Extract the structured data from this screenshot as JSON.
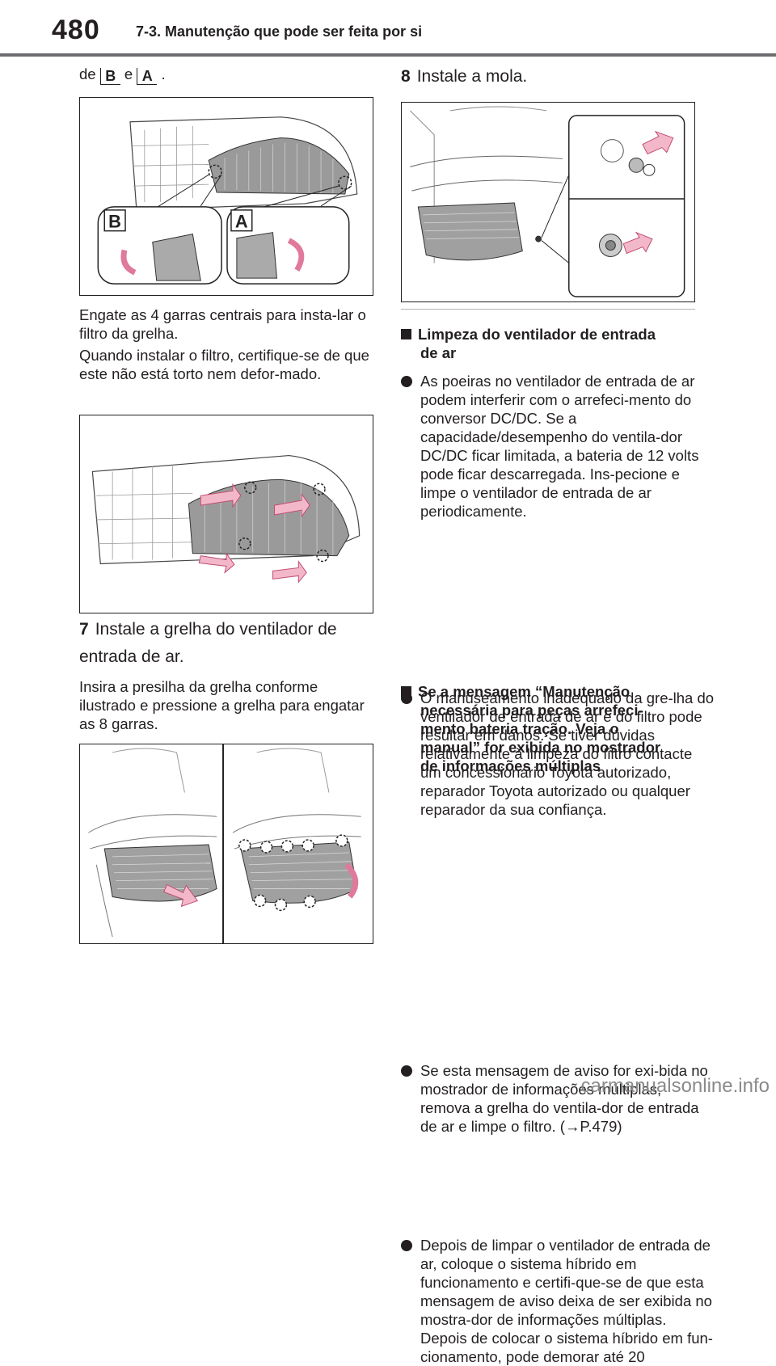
{
  "header": {
    "page_number": "480",
    "section_title": "7-3. Manutenção que pode ser feita por si"
  },
  "left": {
    "intro_prefix": "de",
    "intro_key_b": "B",
    "intro_and": "e",
    "intro_key_a": "A",
    "intro_suffix": ".",
    "figure1": {
      "label_b": "B",
      "label_a": "A"
    },
    "para1": "Engate as 4 garras centrais para insta-lar o filtro da grelha.",
    "para2": "Quando instalar o filtro, certifique-se de que este não está torto nem defor-mado.",
    "step7": {
      "num": "7",
      "title": "Instale a grelha do ventilador de entrada de ar."
    },
    "para3": "Insira a presilha da grelha conforme ilustrado e pressione a grelha para engatar as 8 garras."
  },
  "right": {
    "step8": {
      "num": "8",
      "title": "Instale a mola."
    },
    "heading1": {
      "line1": "Limpeza do ventilador de entrada",
      "line2": "de ar"
    },
    "bullet1": "As poeiras no ventilador de entrada de ar podem interferir com o arrefeci-mento do conversor DC/DC. Se a capacidade/desempenho do ventila-dor DC/DC ficar limitada, a bateria de 12 volts pode ficar descarregada. Ins-pecione e limpe o ventilador de entrada de ar periodicamente.",
    "bullet2": "O manuseamento inadequado da gre-lha do ventilador de entrada de ar e do filtro pode resultar em danos. Se tiver dúvidas relativamente à limpeza do filtro contacte um concessionário Toyota autorizado, reparador Toyota autorizado ou qualquer reparador da sua confiança.",
    "heading2": {
      "line1": "Se a mensagem “Manutenção",
      "line2": "necessária para peças arrefeci-",
      "line3": "mento bateria tração. Veja o",
      "line4": "manual” for exibida no mostrador",
      "line5": "de informações múltiplas"
    },
    "bullet3": "Se esta mensagem de aviso for exi-bida no mostrador de informações múltiplas, remova a grelha do ventila-dor de entrada de ar e limpe o filtro. (→P.479)",
    "bullet4": "Depois de limpar o ventilador de entrada de ar, coloque o sistema híbrido em funcionamento e certifi-que-se de que esta mensagem de aviso deixa de ser exibida no mostra-dor de informações múltiplas. Depois de colocar o sistema híbrido em fun-cionamento, pode demorar até 20"
  },
  "footer": {
    "watermark": "carmanualsonline.info"
  }
}
